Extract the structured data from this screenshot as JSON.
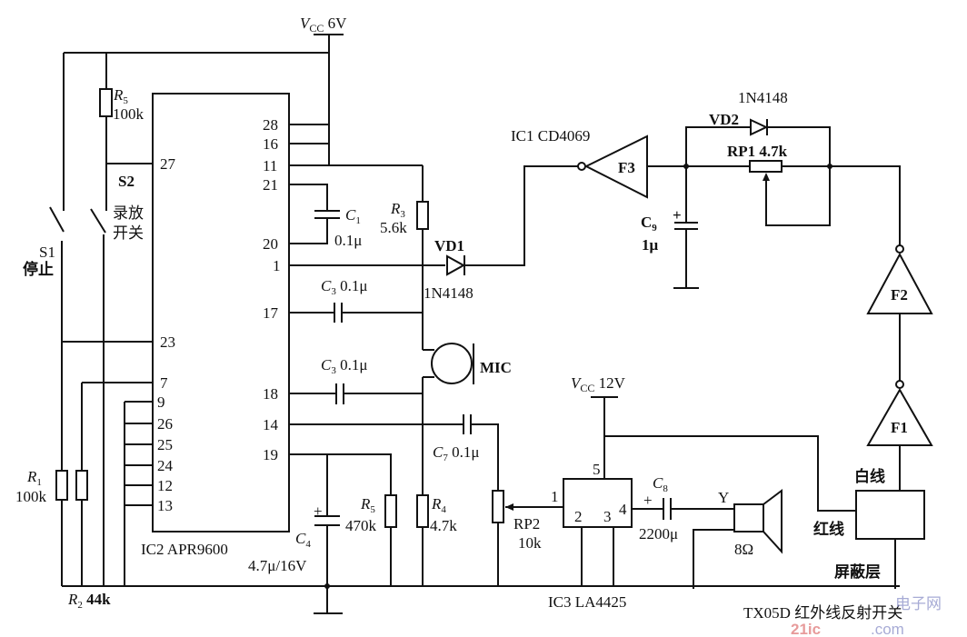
{
  "ic2": {
    "name": "IC2  APR9600",
    "left_pins": [
      "27",
      "23",
      "7",
      "9",
      "26",
      "25",
      "24",
      "12",
      "13"
    ],
    "right_pins": [
      "28",
      "16",
      "11",
      "21",
      "20",
      "1",
      "17",
      "18",
      "14",
      "19"
    ]
  },
  "vcc6": {
    "label": "V",
    "sub": "CC",
    "value": " 6V"
  },
  "vcc12": {
    "label": "V",
    "sub": "CC",
    "value": " 12V"
  },
  "s1": {
    "name": "S1",
    "desc": "停止"
  },
  "s2": {
    "name": "S2",
    "desc_line1": "录放",
    "desc_line2": "开关"
  },
  "r5_top": {
    "name": "R",
    "sub": "5",
    "value": "100k"
  },
  "r1": {
    "name": "R",
    "sub": "1",
    "value": "100k"
  },
  "r2": {
    "name": "R",
    "sub": "2",
    "value": " 44k"
  },
  "c1": {
    "name": "C",
    "sub": "1",
    "value": "0.1μ"
  },
  "r3": {
    "name": "R",
    "sub": "3",
    "value": "5.6k"
  },
  "vd1": {
    "name": "VD1",
    "part": "1N4148"
  },
  "c3a": {
    "name": "C",
    "sub": "3",
    "value": " 0.1μ"
  },
  "c3b": {
    "name": "C",
    "sub": "3",
    "value": " 0.1μ"
  },
  "mic": {
    "name": "MIC"
  },
  "c7": {
    "name": "C",
    "sub": "7",
    "value": " 0.1μ"
  },
  "c4": {
    "name": "C",
    "sub": "4",
    "value": "4.7μ/16V"
  },
  "r5": {
    "name": "R",
    "sub": "5",
    "value": "470k"
  },
  "r4": {
    "name": "R",
    "sub": "4",
    "value": "4.7k"
  },
  "rp2": {
    "name": "RP2",
    "value": "10k"
  },
  "ic1": {
    "name": "IC1 CD4069"
  },
  "gates": {
    "f1": "F1",
    "f2": "F2",
    "f3": "F3"
  },
  "vd2": {
    "name": "VD2",
    "part": "1N4148"
  },
  "rp1": {
    "name": "RP1 4.7k"
  },
  "c9": {
    "name": "C",
    "sub": "9",
    "value": "1μ"
  },
  "ic3": {
    "name": "IC3  LA4425",
    "pins": [
      "1",
      "2",
      "3",
      "4",
      "5"
    ]
  },
  "c8": {
    "name": "C",
    "sub": "8",
    "value": "2200μ",
    "plus": "+"
  },
  "speaker": {
    "name": "Y",
    "value": "8Ω"
  },
  "sensor": {
    "white": "白线",
    "red": "红线",
    "shield": "屏蔽层",
    "name": "TX05D 红外线反射开关"
  },
  "plus_sign": "+",
  "watermark": {
    "text": "21ic.com",
    "cn": "电子网"
  }
}
